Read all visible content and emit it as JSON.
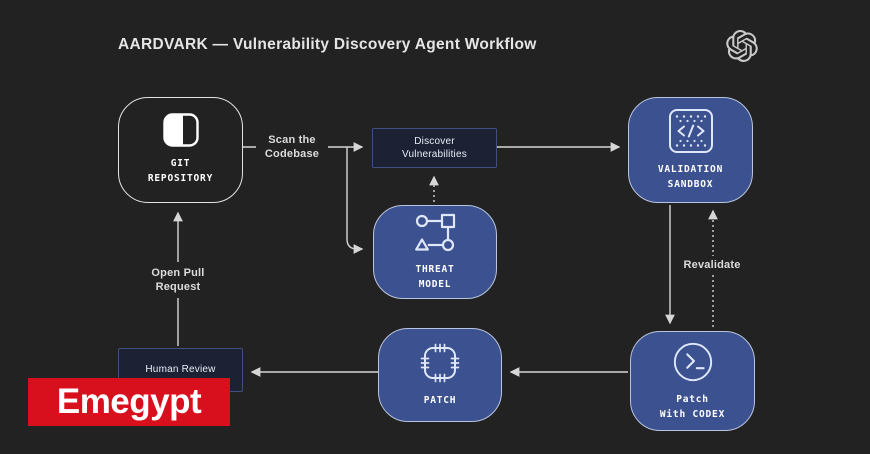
{
  "header": {
    "title": "AARDVARK — Vulnerability Discovery Agent Workflow",
    "logo_icon": "openai-logo"
  },
  "nodes": {
    "git_repository": {
      "label": "GIT\nREPOSITORY",
      "icon": "git-repository-icon",
      "shape": "outlined-rounded"
    },
    "discover_vulnerabilities": {
      "label": "Discover\nVulnerabilities",
      "shape": "panel"
    },
    "validation_sandbox": {
      "label": "VALIDATION\nSANDBOX",
      "icon": "code-sandbox-icon",
      "shape": "blue-rounded"
    },
    "threat_model": {
      "label": "THREAT\nMODEL",
      "icon": "flow-diagram-icon",
      "shape": "blue-rounded"
    },
    "patch": {
      "label": "PATCH",
      "icon": "patch-stitch-icon",
      "shape": "blue-rounded"
    },
    "patch_with_codex": {
      "label": "Patch\nWith CODEX",
      "icon": "terminal-icon",
      "shape": "blue-rounded"
    },
    "human_review": {
      "label": "Human Review",
      "shape": "panel"
    }
  },
  "edges": [
    {
      "id": "scan-the-codebase",
      "from": "git-repository",
      "to": "discover-vulnerabilities",
      "label": "Scan the\nCodebase",
      "style": "solid"
    },
    {
      "id": "scan-branch-threat-model",
      "from": "git-repository",
      "to": "threat-model",
      "label": "",
      "style": "solid"
    },
    {
      "id": "discover-to-sandbox",
      "from": "discover-vulnerabilities",
      "to": "validation-sandbox",
      "label": "",
      "style": "solid"
    },
    {
      "id": "threat-to-discover",
      "from": "threat-model",
      "to": "discover-vulnerabilities",
      "label": "",
      "style": "dashed"
    },
    {
      "id": "sandbox-to-codex",
      "from": "validation-sandbox",
      "to": "patch-with-codex",
      "label": "",
      "style": "solid"
    },
    {
      "id": "revalidate",
      "from": "patch-with-codex",
      "to": "validation-sandbox",
      "label": "Revalidate",
      "style": "dashed"
    },
    {
      "id": "codex-to-patch",
      "from": "patch-with-codex",
      "to": "patch",
      "label": "",
      "style": "solid"
    },
    {
      "id": "patch-to-human-review",
      "from": "patch",
      "to": "human-review",
      "label": "",
      "style": "solid"
    },
    {
      "id": "open-pull-request",
      "from": "human-review",
      "to": "git-repository",
      "label": "Open Pull\nRequest",
      "style": "solid"
    }
  ],
  "watermark": {
    "text": "Emegypt"
  },
  "colors": {
    "background": "#222222",
    "node_blue": "#3c5190",
    "node_blue_border": "#b9c4de",
    "panel_fill": "#1c2234",
    "panel_border": "#40507f",
    "outline_node_border": "#e3e3e3",
    "arrow": "#d6d6d6",
    "text": "#f0f0f0",
    "watermark_red": "#d8101d"
  }
}
